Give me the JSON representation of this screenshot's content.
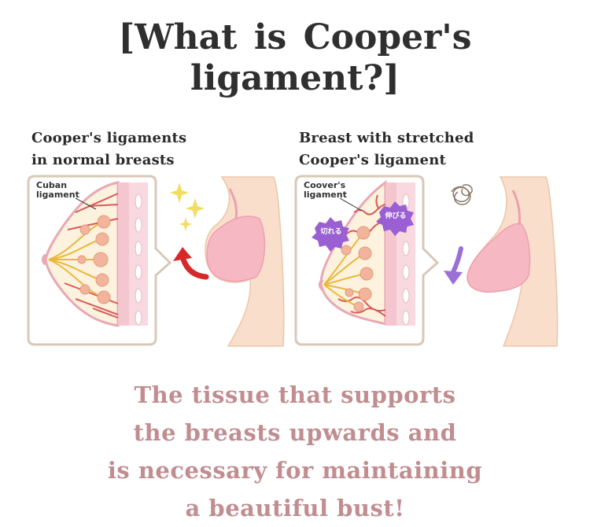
{
  "title": {
    "line1": "[What is Cooper's",
    "line2": "ligament?]"
  },
  "left_panel": {
    "caption_line1": "Cooper's ligaments",
    "caption_line2": "in normal breasts",
    "inset_label_line1": "Cuban",
    "inset_label_line2": "ligament"
  },
  "right_panel": {
    "caption_line1": "Breast with stretched",
    "caption_line2": "Cooper's ligament",
    "inset_label_line1": "Coover's",
    "inset_label_line2": "ligament",
    "badge_cut": "切れる",
    "badge_stretch": "伸びる"
  },
  "footer": {
    "line1": "The tissue that supports",
    "line2": "the breasts upwards and",
    "line3": "is necessary for maintaining",
    "line4": "a beautiful bust!"
  },
  "colors": {
    "title": "#2f2f2f",
    "footer": "#c18d90",
    "skin": "#f8ddc8",
    "bra": "#f6b9c4",
    "panel_border": "#d8c8b8",
    "arrow_up": "#d62a2a",
    "arrow_down": "#9a6fd6",
    "badge": "#9a5fd2"
  }
}
